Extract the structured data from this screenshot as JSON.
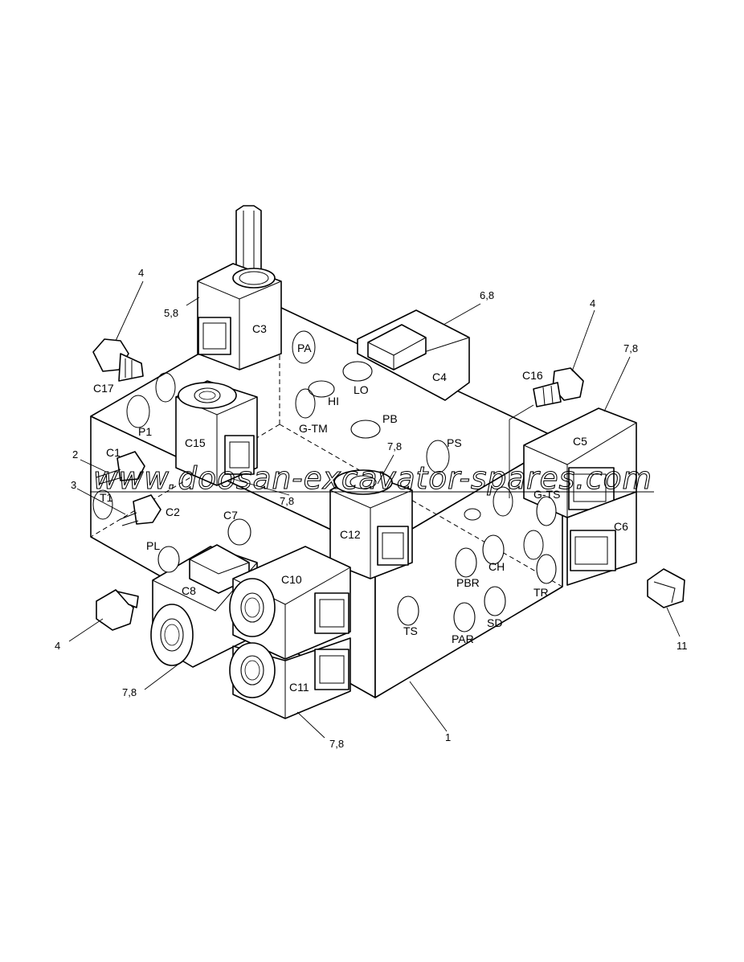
{
  "watermark": "www.doosan-excavator-spares.com",
  "port_labels": {
    "pa": "PA",
    "lo": "LO",
    "hi": "HI",
    "gtm": "G-TM",
    "pb": "PB",
    "ps": "PS",
    "p1": "P1",
    "t1": "T1",
    "pl": "PL",
    "pbr": "PBR",
    "ch": "CH",
    "ts": "TS",
    "par": "PAR",
    "sd": "SD",
    "tr": "TR",
    "gts": "G-TS"
  },
  "component_labels": {
    "c1": "C1",
    "c2": "C2",
    "c3": "C3",
    "c4": "C4",
    "c5": "C5",
    "c6": "C6",
    "c7": "C7",
    "c8": "C8",
    "c10": "C10",
    "c11": "C11",
    "c12": "C12",
    "c15": "C15",
    "c16": "C16",
    "c17": "C17"
  },
  "callouts": {
    "n1": "1",
    "n2": "2",
    "n3": "3",
    "n4_top": "4",
    "n4_right": "4",
    "n4_bottom": "4",
    "n11": "11",
    "n5_8": "5,8",
    "n6_8": "6,8",
    "n7_8_c5": "7,8",
    "n7_8_c12": "7,8",
    "n7_8_c15": "7,8",
    "n7_8_c8": "7,8",
    "n7_8_c11": "7,8"
  }
}
